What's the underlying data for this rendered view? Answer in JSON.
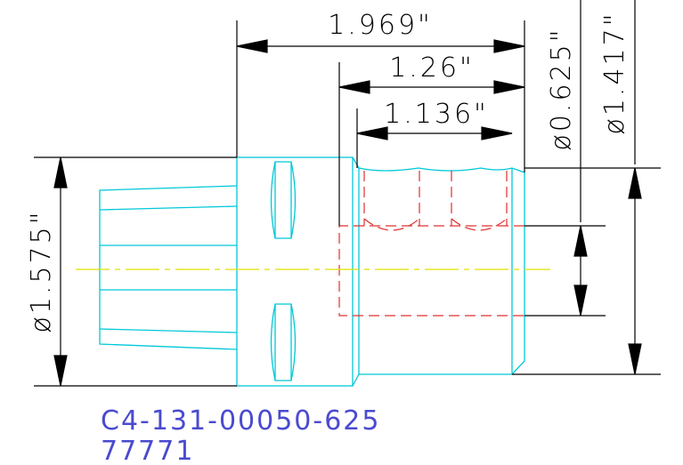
{
  "drawing": {
    "dimensions": {
      "overall_length": "1.969\"",
      "mid_length": "1.26\"",
      "short_length": "1.136\"",
      "bore_diameter": "ø0.625\"",
      "body_diameter": "ø1.417\"",
      "flange_diameter": "ø1.575\""
    },
    "part_number": "C4-131-00050-625",
    "sub_number": "77771"
  },
  "colors": {
    "outline": "#00c8d8",
    "hidden": "#e03030",
    "centerline": "#e0e000",
    "dimension": "#000000",
    "label": "#4a4ad0"
  }
}
